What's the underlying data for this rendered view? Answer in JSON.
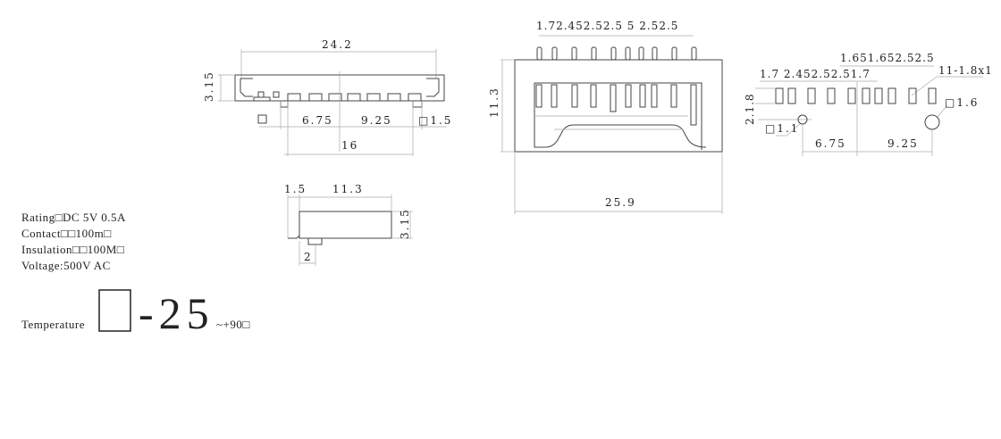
{
  "front_view": {
    "width": "24.2",
    "height": "3.15",
    "left_offset": "6.75",
    "right_offset": "9.25",
    "pin_size": "□1.5",
    "peg_spacing": "16",
    "square": "□"
  },
  "top_view": {
    "pitches": "1.72.452.52.5   5   2.52.5",
    "depth": "11.3",
    "width": "25.9"
  },
  "pcb_layout": {
    "row1": "1.7  2.452.52.51.7",
    "row2": "1.651.652.52.5",
    "pad_label": "11-1.8x1",
    "pad_height": "2.1.8",
    "big_hole": "□1.6",
    "small_hole": "□1.1",
    "left_offset": "6.75",
    "right_offset": "9.25"
  },
  "side_view": {
    "offset": "1.5",
    "length": "11.3",
    "height": "3.15",
    "pin": "2"
  },
  "specs": {
    "rating": "Rating□DC 5V 0.5A",
    "contact": "Contact□□100m□",
    "insulation": "Insulation□□100M□",
    "voltage": "Voltage:500V AC",
    "temperature_label": "Temperature",
    "temperature_min": "-25",
    "temperature_max": "~+90□"
  }
}
